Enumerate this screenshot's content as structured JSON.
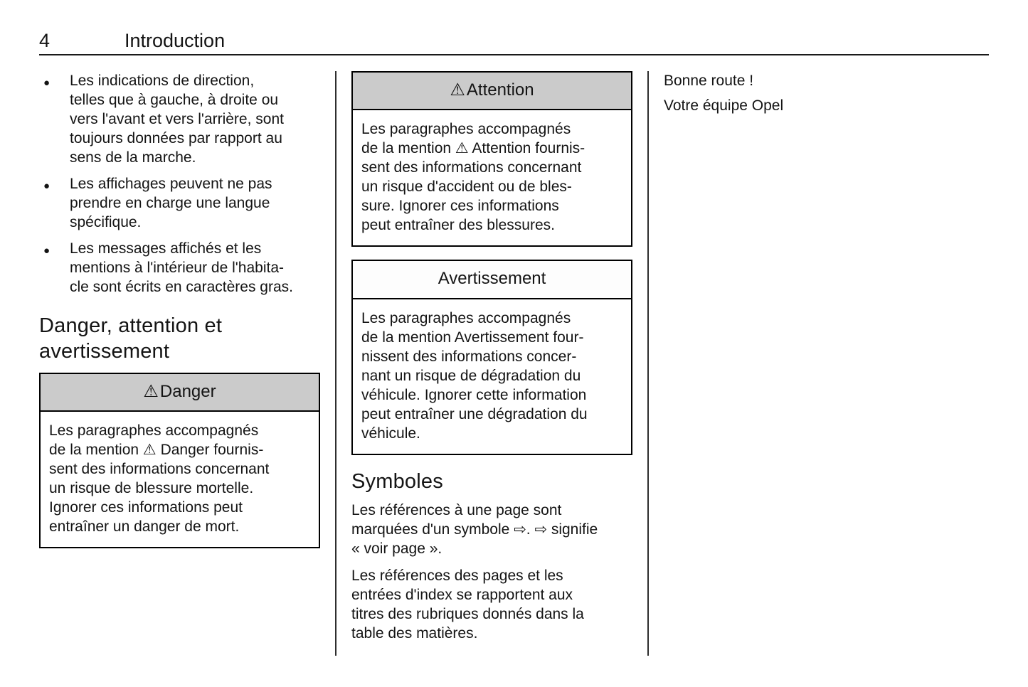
{
  "page": {
    "number": "4",
    "chapter": "Introduction"
  },
  "colors": {
    "box_header_gray": "#cbcbcb",
    "text": "#141414",
    "rule": "#1a1a1a"
  },
  "icons": {
    "warning_triangle": "⚠︎",
    "see_page_arrow": "⇨"
  },
  "col1": {
    "bullets": [
      "Les indications de direction,\ntelles que à gauche, à droite ou\nvers l'avant et vers l'arrière, sont\ntoujours données par rapport au\nsens de la marche.",
      "Les affichages peuvent ne pas\nprendre en charge une langue\nspécifique.",
      "Les messages affichés et les\nmentions à l'intérieur de l'habita-\ncle sont écrits en caractères gras."
    ],
    "section_heading": "Danger, attention et\navertissement",
    "danger_box": {
      "icon": "⚠︎",
      "title": "Danger",
      "body": "Les paragraphes accompagnés\nde la mention ⚠︎ Danger fournis-\nsent des informations concernant\nun risque de blessure mortelle.\nIgnorer ces informations peut\nentraîner un danger de mort."
    }
  },
  "col2": {
    "attention_box": {
      "icon": "⚠︎",
      "title": "Attention",
      "body": "Les paragraphes accompagnés\nde la mention ⚠︎ Attention fournis-\nsent des informations concernant\nun risque d'accident ou de bles-\nsure. Ignorer ces informations\npeut entraîner des blessures."
    },
    "warning_box": {
      "title": "Avertissement",
      "body": "Les paragraphes accompagnés\nde la mention Avertissement four-\nnissent des informations concer-\nnant un risque de dégradation du\nvéhicule. Ignorer cette information\npeut entraîner une dégradation du\nvéhicule."
    },
    "symbols": {
      "heading": "Symboles",
      "paragraph1": "Les références à une page sont\nmarquées d'un symbole ⇨. ⇨ signifie\n« voir page ».",
      "paragraph2": "Les références des pages et les\nentrées d'index se rapportent aux\ntitres des rubriques donnés dans la\ntable des matières."
    }
  },
  "col3": {
    "line1": "Bonne route !",
    "line2": "Votre équipe Opel"
  }
}
